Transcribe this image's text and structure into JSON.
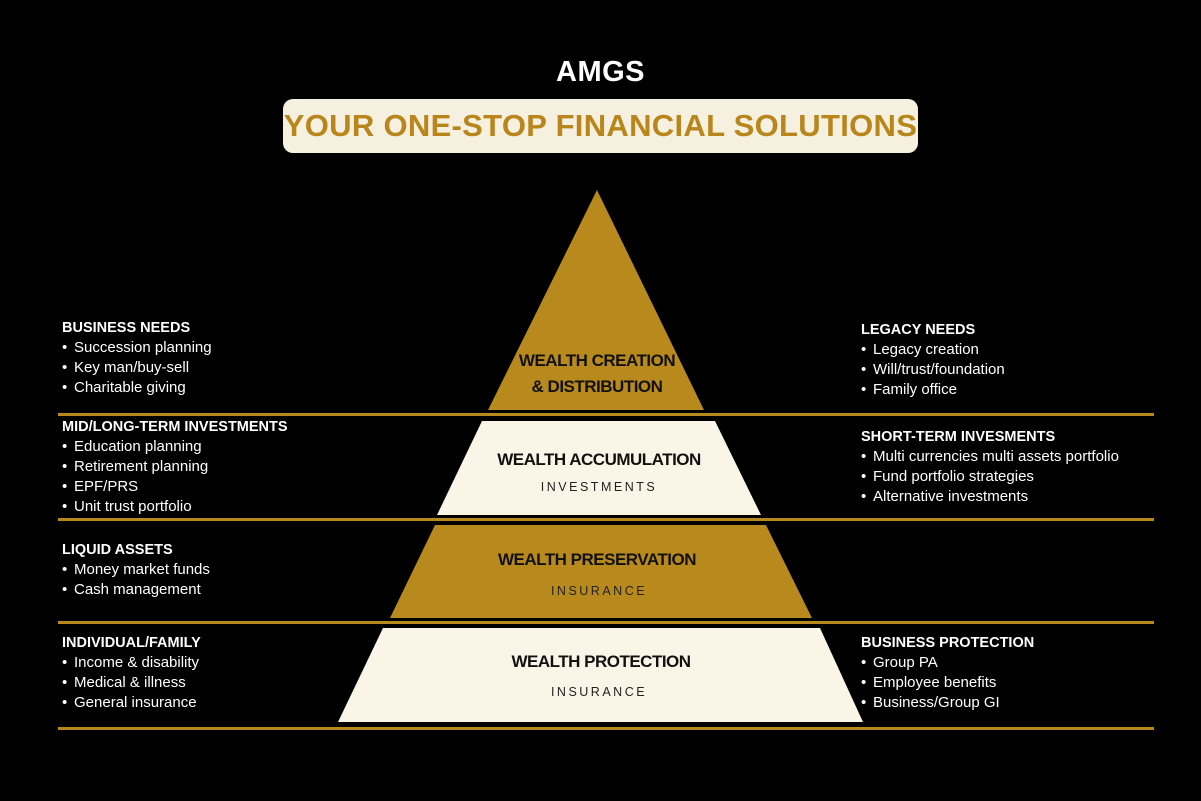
{
  "brand": "AMGS",
  "tagline": "YOUR ONE-STOP FINANCIAL SOLUTIONS",
  "colors": {
    "gold": "#b8891c",
    "cream": "#fbf5e8",
    "background": "#000000"
  },
  "tiers": [
    {
      "title_line1": "WEALTH CREATION",
      "title_line2": "& DISTRIBUTION"
    },
    {
      "title": "WEALTH ACCUMULATION",
      "subtitle": "INVESTMENTS"
    },
    {
      "title": "WEALTH PRESERVATION",
      "subtitle": "INSURANCE"
    },
    {
      "title": "WEALTH PROTECTION",
      "subtitle": "INSURANCE"
    }
  ],
  "left": [
    {
      "heading": "BUSINESS NEEDS",
      "items": [
        "Succession planning",
        "Key man/buy-sell",
        "Charitable giving"
      ]
    },
    {
      "heading": "MID/LONG-TERM INVESTMENTS",
      "items": [
        "Education planning",
        "Retirement planning",
        "EPF/PRS",
        "Unit trust portfolio"
      ]
    },
    {
      "heading": "LIQUID ASSETS",
      "items": [
        "Money market funds",
        "Cash management"
      ]
    },
    {
      "heading": "INDIVIDUAL/FAMILY",
      "items": [
        "Income & disability",
        "Medical & illness",
        "General insurance"
      ]
    }
  ],
  "right": [
    {
      "heading": "LEGACY NEEDS",
      "items": [
        "Legacy creation",
        "Will/trust/foundation",
        "Family office"
      ]
    },
    {
      "heading": "SHORT-TERM INVESMENTS",
      "items": [
        "Multi currencies multi assets portfolio",
        "Fund portfolio strategies",
        "Alternative investments"
      ]
    },
    {
      "heading": "BUSINESS PROTECTION",
      "items": [
        "Group PA",
        "Employee benefits",
        "Business/Group GI"
      ]
    }
  ]
}
